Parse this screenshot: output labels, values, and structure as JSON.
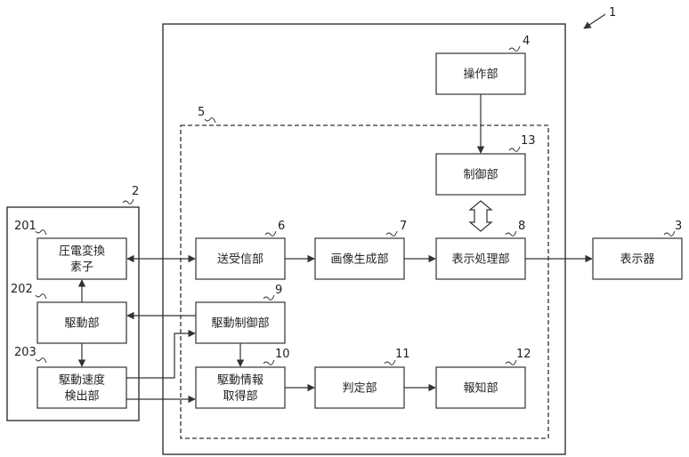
{
  "blocks": {
    "operation": "操作部",
    "control": "制御部",
    "transceiver": "送受信部",
    "image_gen": "画像生成部",
    "display_proc": "表示処理部",
    "display": "表示器",
    "piezo_line1": "圧電変換",
    "piezo_line2": "素子",
    "drive": "駆動部",
    "drive_ctrl": "駆動制御部",
    "speed_line1": "駆動速度",
    "speed_line2": "検出部",
    "drive_info_line1": "駆動情報",
    "drive_info_line2": "取得部",
    "judge": "判定部",
    "notify": "報知部"
  },
  "refs": {
    "device": "1",
    "probe": "2",
    "display": "3",
    "operation": "4",
    "controller": "5",
    "transceiver": "6",
    "image_gen": "7",
    "display_proc": "8",
    "drive_ctrl": "9",
    "drive_info": "10",
    "judge": "11",
    "notify": "12",
    "control": "13",
    "piezo": "201",
    "drive": "202",
    "speed": "203"
  }
}
